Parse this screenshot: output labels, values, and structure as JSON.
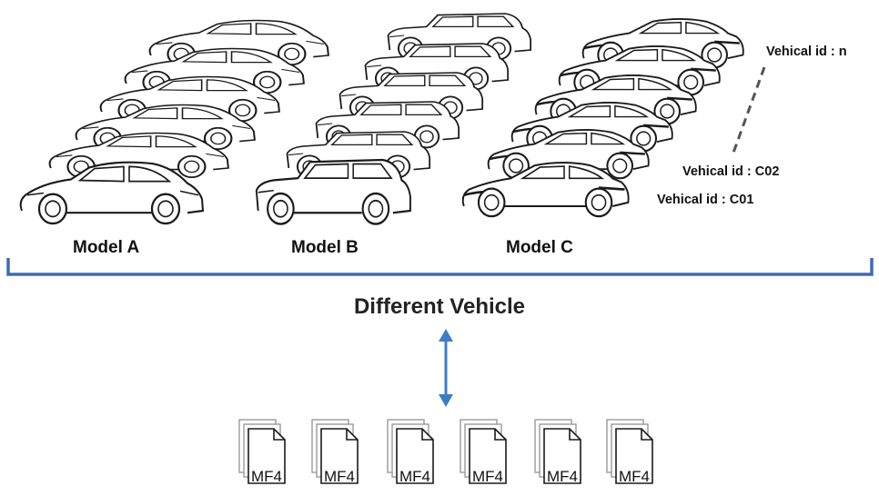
{
  "models": {
    "model_a": "Model A",
    "model_b": "Model B",
    "model_c": "Model C"
  },
  "vehicle_ids": {
    "n": "Vehical id :  n",
    "c02": "Vehical id :  C02",
    "c01": "Vehical id :  C01"
  },
  "title": "Different Vehicle",
  "file_label": "MF4",
  "files": [
    "MF4",
    "MF4",
    "MF4",
    "MF4",
    "MF4",
    "MF4"
  ],
  "colors": {
    "bracket": "#3d6bb3",
    "arrow": "#3f7cc4",
    "ink": "#1a1a1a",
    "dash": "#555555"
  },
  "icons": {
    "car": "car-icon",
    "file": "file-stack-icon",
    "arrow": "double-arrow-icon"
  }
}
